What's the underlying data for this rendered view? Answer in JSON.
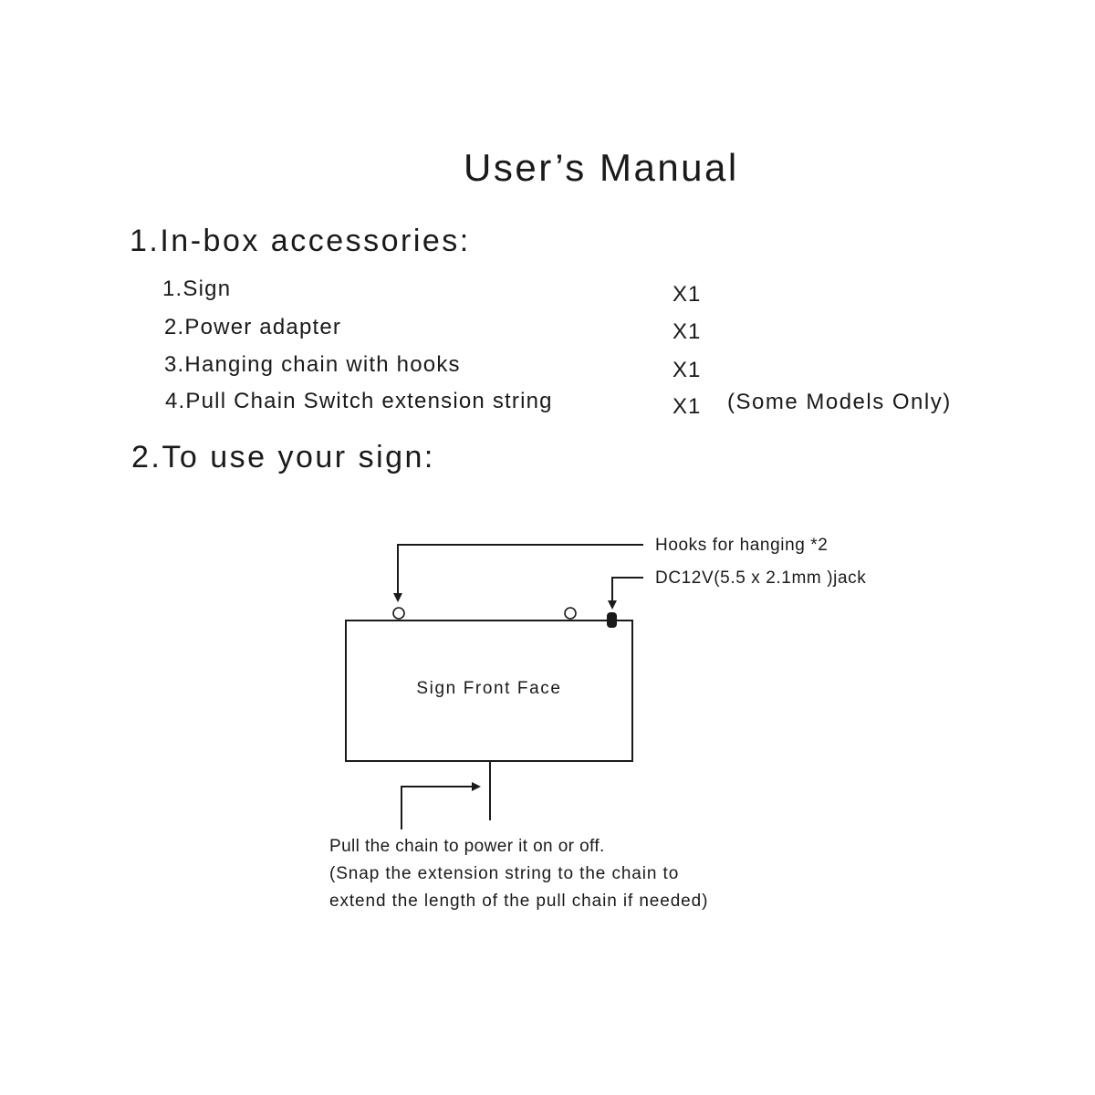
{
  "title": "User’s Manual",
  "section1": {
    "heading": "1.In-box accessories:",
    "items": [
      {
        "label": "1.Sign",
        "qty": "X1",
        "note": ""
      },
      {
        "label": "2.Power adapter",
        "qty": "X1",
        "note": ""
      },
      {
        "label": "3.Hanging chain with hooks",
        "qty": "X1",
        "note": ""
      },
      {
        "label": "4.Pull Chain Switch extension string",
        "qty": "X1",
        "note": "(Some Models Only)"
      }
    ]
  },
  "section2": {
    "heading": "2.To use your sign:"
  },
  "diagram": {
    "sign_label": "Sign Front Face",
    "hooks_label": "Hooks for hanging *2",
    "jack_label": "DC12V(5.5 x 2.1mm )jack",
    "caption_lines": [
      "Pull the chain to power it on or off.",
      "(Snap the extension string to the chain to",
      "extend the length of the pull chain if needed)"
    ]
  }
}
